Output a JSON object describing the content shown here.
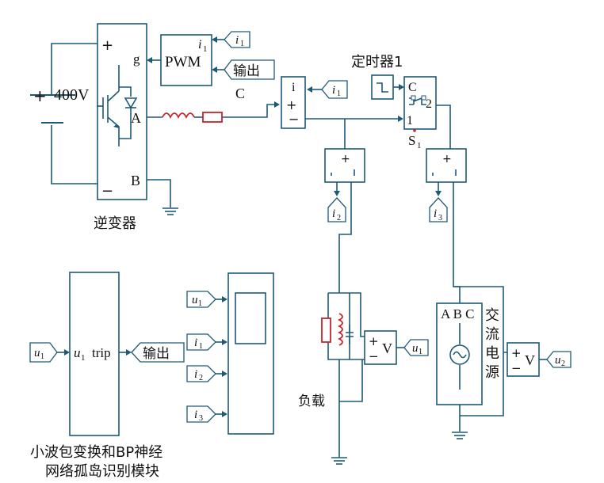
{
  "inverter": {
    "plus": "+",
    "minus": "−",
    "g": "g",
    "A": "A",
    "B": "B",
    "caption": "逆变器"
  },
  "dc_source": {
    "voltage": "400V",
    "plus": "+"
  },
  "pwm": {
    "label": "PWM",
    "in1_sym": "i",
    "in1_sub": "1",
    "tag_i1_sym": "i",
    "tag_i1_sub": "1",
    "tag_output": "输出"
  },
  "line": {
    "node_c": "C"
  },
  "current_sensor": {
    "i": "i",
    "plus": "+",
    "minus": "−",
    "tag_sym": "i",
    "tag_sub": "1"
  },
  "timer": {
    "label": "定时器1"
  },
  "switch": {
    "c": "C",
    "p1": "1",
    "p2": "2",
    "name_sym": "S",
    "name_sub": "1"
  },
  "sensor2": {
    "plus": "+",
    "tag_sym": "i",
    "tag_sub": "2"
  },
  "sensor3": {
    "plus": "+",
    "tag_sym": "i",
    "tag_sub": "3"
  },
  "load": {
    "caption": "负载"
  },
  "voltmeter1": {
    "plus": "+",
    "minus": "−",
    "v": "V",
    "tag_sym": "u",
    "tag_sub": "1"
  },
  "ac_source": {
    "phases": "A B C",
    "caption": [
      "交",
      "流",
      "电",
      "源"
    ]
  },
  "voltmeter2": {
    "plus": "+",
    "minus": "−",
    "v": "V",
    "tag_sym": "u",
    "tag_sub": "2"
  },
  "island_module": {
    "in_sym": "u",
    "in_sub": "1",
    "label_sym": "u",
    "label_sub": "1",
    "label_trip": "trip",
    "out_tag": "输出",
    "caption_line1": "小波包变换和BP神经",
    "caption_line2": "网络孤岛识别模块"
  },
  "scope": {
    "in1_sym": "u",
    "in1_sub": "1",
    "in2_sym": "i",
    "in2_sub": "1",
    "in3_sym": "i",
    "in3_sub": "2",
    "in4_sym": "i",
    "in4_sub": "3"
  },
  "colors": {
    "wire": "#1d5a78",
    "inductor": "#c8222a",
    "text": "#111111"
  }
}
